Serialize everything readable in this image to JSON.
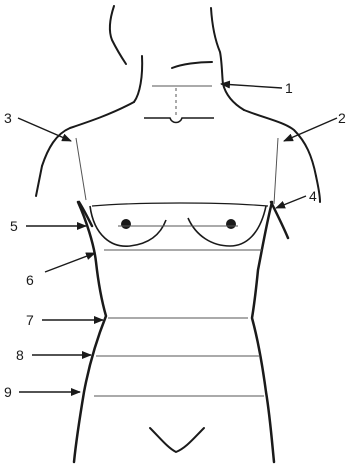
{
  "diagram": {
    "markers": [
      "1",
      "2",
      "3",
      "4",
      "5",
      "6",
      "7",
      "8",
      "9"
    ]
  },
  "colors": {
    "outline": "#1a1a1a",
    "thin_line": "#555555",
    "background": "#ffffff"
  }
}
